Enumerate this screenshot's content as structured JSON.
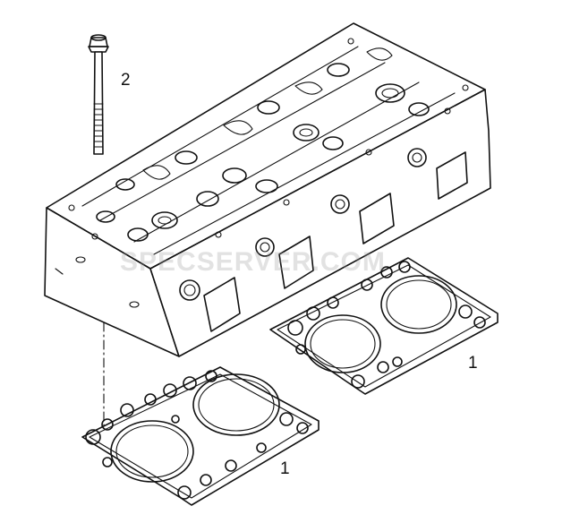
{
  "callouts": {
    "bolt": "2",
    "gasket_right": "1",
    "gasket_left": "1"
  },
  "watermark": "SPECSERVER.COM",
  "colors": {
    "line": "#111111",
    "background": "#ffffff",
    "watermark": "#969696"
  }
}
